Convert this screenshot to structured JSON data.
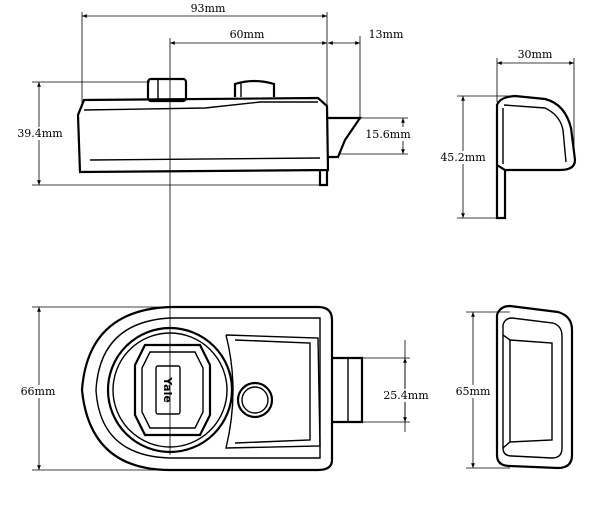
{
  "dimensions": {
    "overall_width": "93mm",
    "cylinder_offset": "60mm",
    "bolt_projection": "13mm",
    "body_height": "39.4mm",
    "bolt_height": "15.6mm",
    "side_width": "30mm",
    "side_height": "45.2mm",
    "front_height": "66mm",
    "bolt_width": "25.4mm",
    "end_height": "65mm"
  },
  "logo": {
    "brand": "Yale"
  }
}
